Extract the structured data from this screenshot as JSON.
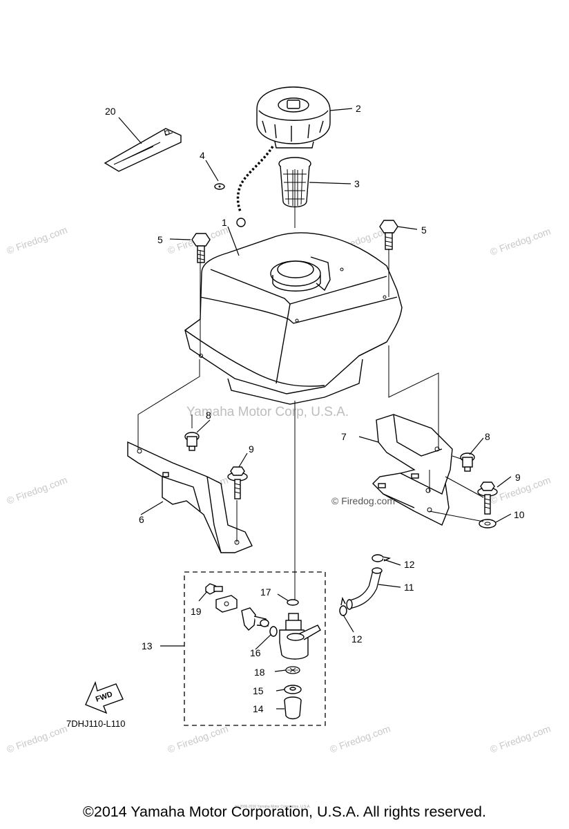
{
  "callouts": {
    "c1": "1",
    "c2": "2",
    "c3": "3",
    "c4": "4",
    "c5a": "5",
    "c5b": "5",
    "c6": "6",
    "c7": "7",
    "c8a": "8",
    "c8b": "8",
    "c9a": "9",
    "c9b": "9",
    "c10": "10",
    "c11": "11",
    "c12a": "12",
    "c12b": "12",
    "c13": "13",
    "c14": "14",
    "c15": "15",
    "c16": "16",
    "c17": "17",
    "c18": "18",
    "c19": "19",
    "c20": "20"
  },
  "drawing_code": "7DHJ110-L110",
  "fwd_label": "FWD",
  "watermarks": {
    "firedog": "© Firedog.com",
    "firedog_inline": "© Firedog.com",
    "center": "Yamaha Motor Corp, U.S.A.",
    "tiny": "(c) 2006-2016 Yamaha Motor Corporation, U.S.A."
  },
  "footer": "©2014 Yamaha Motor Corporation, U.S.A. All rights reserved.",
  "colors": {
    "line": "#000000",
    "watermark": "#c8c8c8",
    "background": "#ffffff"
  }
}
